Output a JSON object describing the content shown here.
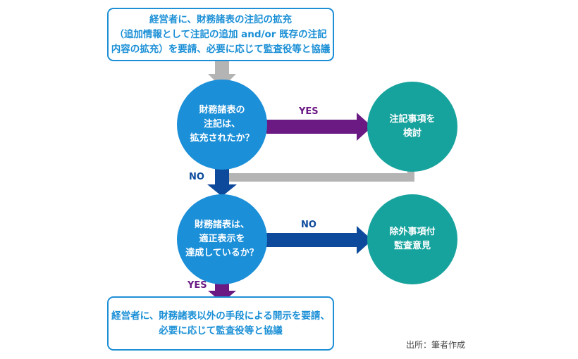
{
  "colors": {
    "box_border": "#1e8fd6",
    "box_text": "#1a8fd6",
    "question_circle": "#1b8fd8",
    "outcome_circle": "#17a39d",
    "yes_arrow": "#6b1a84",
    "no_arrow": "#0d4a9c",
    "neutral_arrow": "#b4b4b4"
  },
  "top_box": {
    "lines": [
      "経営者に、財務諸表の注記の拡充",
      "（追加情報として注記の追加 and/or 既存の注記",
      "内容の拡充）を要請、必要に応じて監査役等と協議"
    ]
  },
  "question1": {
    "lines": [
      "財務諸表の",
      "注記は、",
      "拡充されたか？"
    ]
  },
  "outcome_notes": {
    "lines": [
      "注記事項を",
      "検討"
    ]
  },
  "question2": {
    "lines": [
      "財務諸表は、",
      "適正表示を",
      "達成しているか？"
    ]
  },
  "outcome_qualified": {
    "lines": [
      "除外事項付",
      "監査意見"
    ]
  },
  "bottom_box": {
    "lines": [
      "経営者に、財務諸表以外の手段による開示を要請、",
      "必要に応じて監査役等と協議"
    ]
  },
  "edge_labels": {
    "q1_yes": "YES",
    "q1_no": "NO",
    "q2_no": "NO",
    "q2_yes": "YES"
  },
  "source": "出所：筆者作成"
}
